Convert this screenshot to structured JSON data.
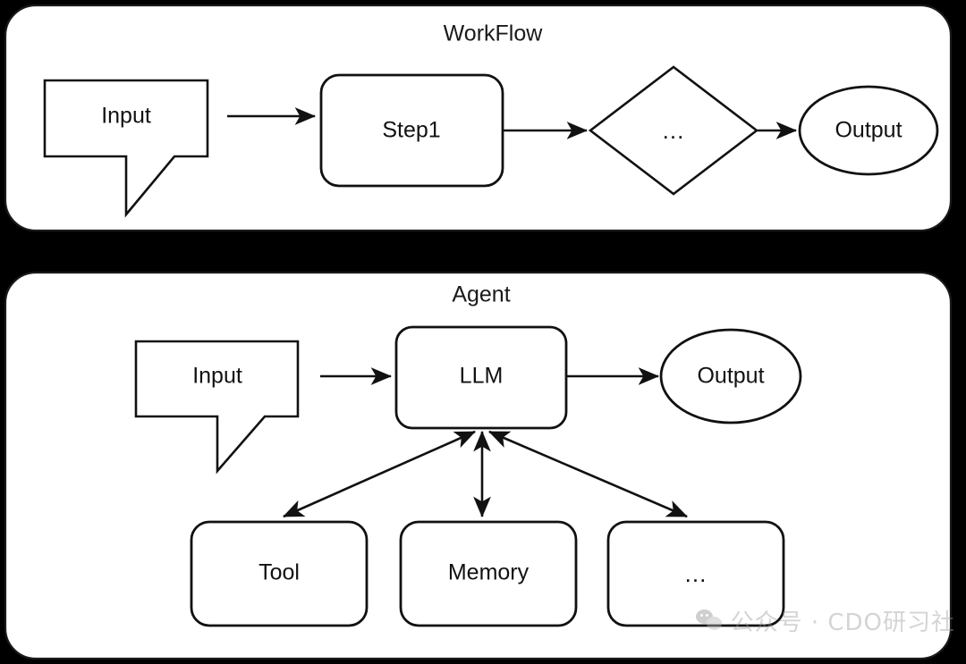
{
  "figure": {
    "title": "WorkFlow and Agent comparison diagram",
    "background_color": "#000000",
    "panel_fill": "#ffffff",
    "stroke_color": "#111111"
  },
  "panels": [
    {
      "id": "workflow",
      "title": "WorkFlow",
      "nodes": [
        {
          "id": "wf-input",
          "label": "Input",
          "shape": "callout"
        },
        {
          "id": "wf-step1",
          "label": "Step1",
          "shape": "rounded-rect"
        },
        {
          "id": "wf-more",
          "label": "...",
          "shape": "diamond"
        },
        {
          "id": "wf-output",
          "label": "Output",
          "shape": "ellipse"
        }
      ],
      "edges": [
        {
          "from": "wf-input",
          "to": "wf-step1",
          "type": "arrow"
        },
        {
          "from": "wf-step1",
          "to": "wf-more",
          "type": "arrow"
        },
        {
          "from": "wf-more",
          "to": "wf-output",
          "type": "arrow"
        }
      ]
    },
    {
      "id": "agent",
      "title": "Agent",
      "nodes": [
        {
          "id": "ag-input",
          "label": "Input",
          "shape": "callout"
        },
        {
          "id": "ag-llm",
          "label": "LLM",
          "shape": "rounded-rect"
        },
        {
          "id": "ag-output",
          "label": "Output",
          "shape": "ellipse"
        },
        {
          "id": "ag-tool",
          "label": "Tool",
          "shape": "rounded-rect"
        },
        {
          "id": "ag-memory",
          "label": "Memory",
          "shape": "rounded-rect"
        },
        {
          "id": "ag-more",
          "label": "...",
          "shape": "rounded-rect"
        }
      ],
      "edges": [
        {
          "from": "ag-input",
          "to": "ag-llm",
          "type": "arrow"
        },
        {
          "from": "ag-llm",
          "to": "ag-output",
          "type": "arrow"
        },
        {
          "from": "ag-llm",
          "to": "ag-tool",
          "type": "double-arrow"
        },
        {
          "from": "ag-llm",
          "to": "ag-memory",
          "type": "double-arrow"
        },
        {
          "from": "ag-llm",
          "to": "ag-more",
          "type": "double-arrow"
        }
      ]
    }
  ],
  "watermark": {
    "icon": "wechat-icon",
    "text": "公众号 · CDO研习社"
  }
}
